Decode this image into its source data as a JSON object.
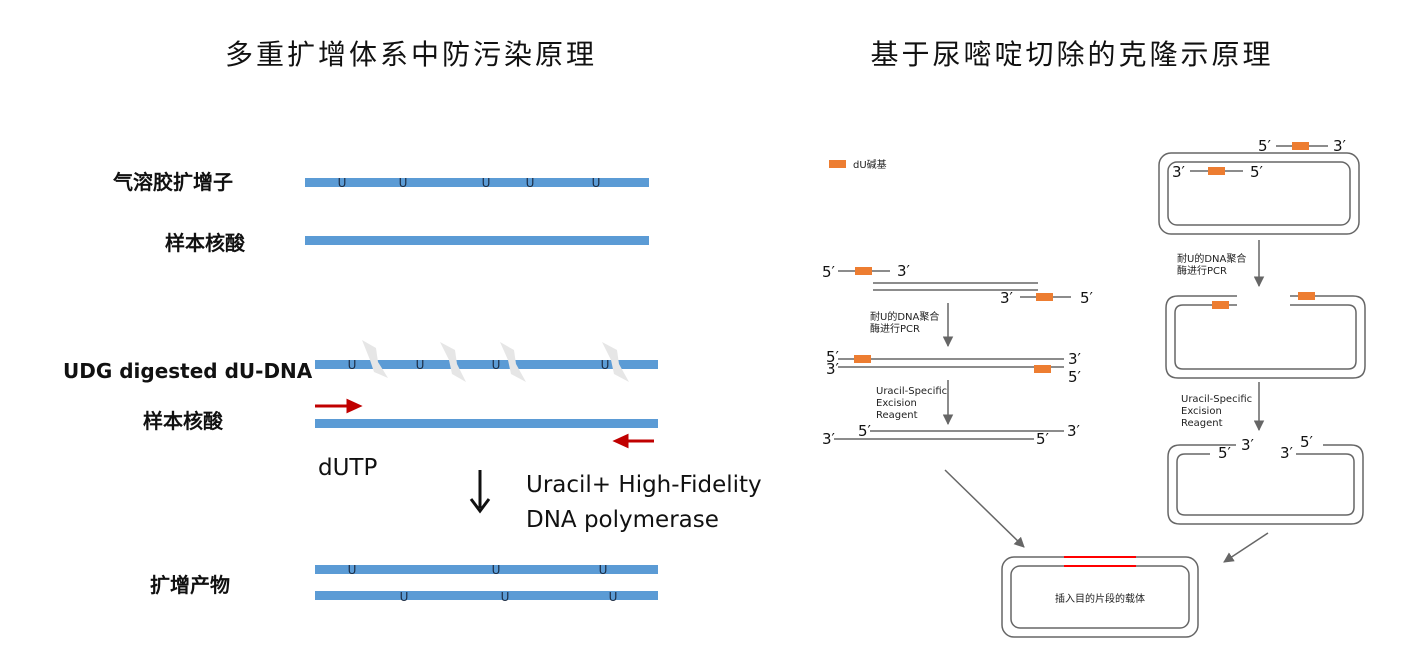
{
  "titles": {
    "left": "多重扩增体系中防污染原理",
    "right": "基于尿嘧啶切除的克隆示原理"
  },
  "left": {
    "labels": {
      "aerosol": "气溶胶扩增子",
      "sample1": "样本核酸",
      "udg": "UDG digested dU-DNA",
      "sample2": "样本核酸",
      "dutp": "dUTP",
      "polymerase_line1": "Uracil+ High-Fidelity",
      "polymerase_line2": "DNA polymerase",
      "product": "扩增产物"
    },
    "uracil_symbol": "U",
    "colors": {
      "strand": "#5b9bd5",
      "primer": "#c00000",
      "break": "#e6e6e6"
    }
  },
  "right": {
    "legend": "dU碱基",
    "step_pcr_line1": "耐U的DNA聚合",
    "step_pcr_line2": "酶进行PCR",
    "step_user_line1": "Uracil-Specific",
    "step_user_line2": "Excision",
    "step_user_line3": "Reagent",
    "vector_label": "插入目的片段的载体",
    "five_prime": "5′",
    "three_prime": "3′",
    "colors": {
      "du_base": "#ed7d31",
      "insert": "#ff0000",
      "line": "#666666"
    }
  }
}
